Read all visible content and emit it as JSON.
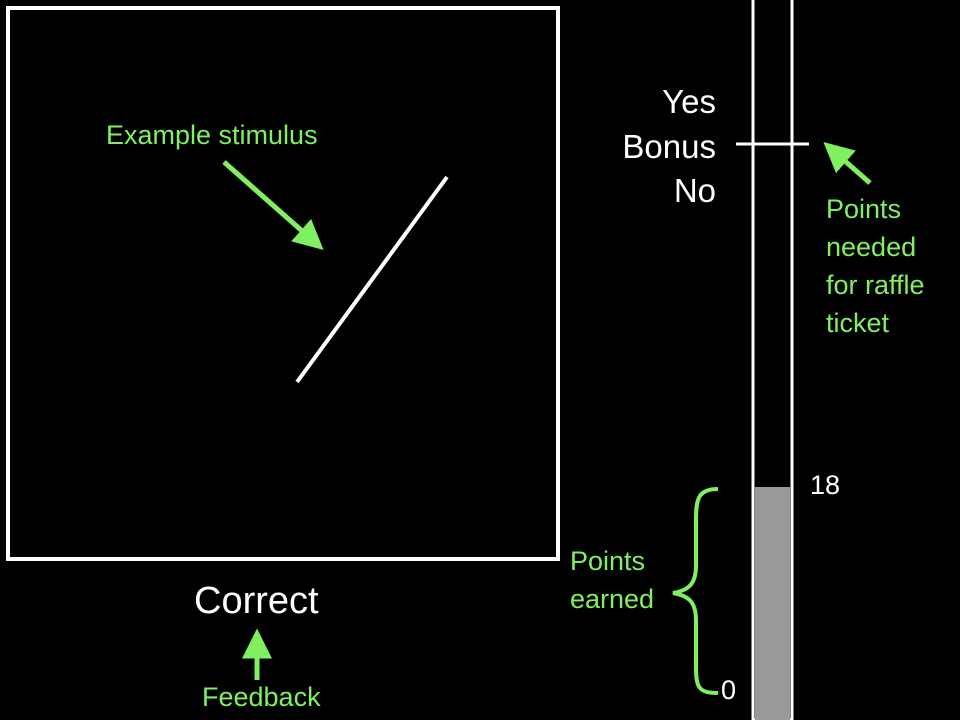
{
  "colors": {
    "background": "#000000",
    "foreground": "#ffffff",
    "annotation": "#80f060",
    "fill": "#999999"
  },
  "stimulus": {
    "annotation": "Example stimulus"
  },
  "feedback": {
    "text": "Correct",
    "annotation": "Feedback"
  },
  "meter": {
    "yes_label": "Yes",
    "bonus_label": "Bonus",
    "no_label": "No",
    "threshold_annotation": [
      "Points",
      "needed",
      "for raffle",
      "ticket"
    ],
    "earned_annotation": [
      "Points",
      "earned"
    ],
    "points_earned_label": "18",
    "zero_label": "0",
    "points_earned_fraction": 0.3
  }
}
